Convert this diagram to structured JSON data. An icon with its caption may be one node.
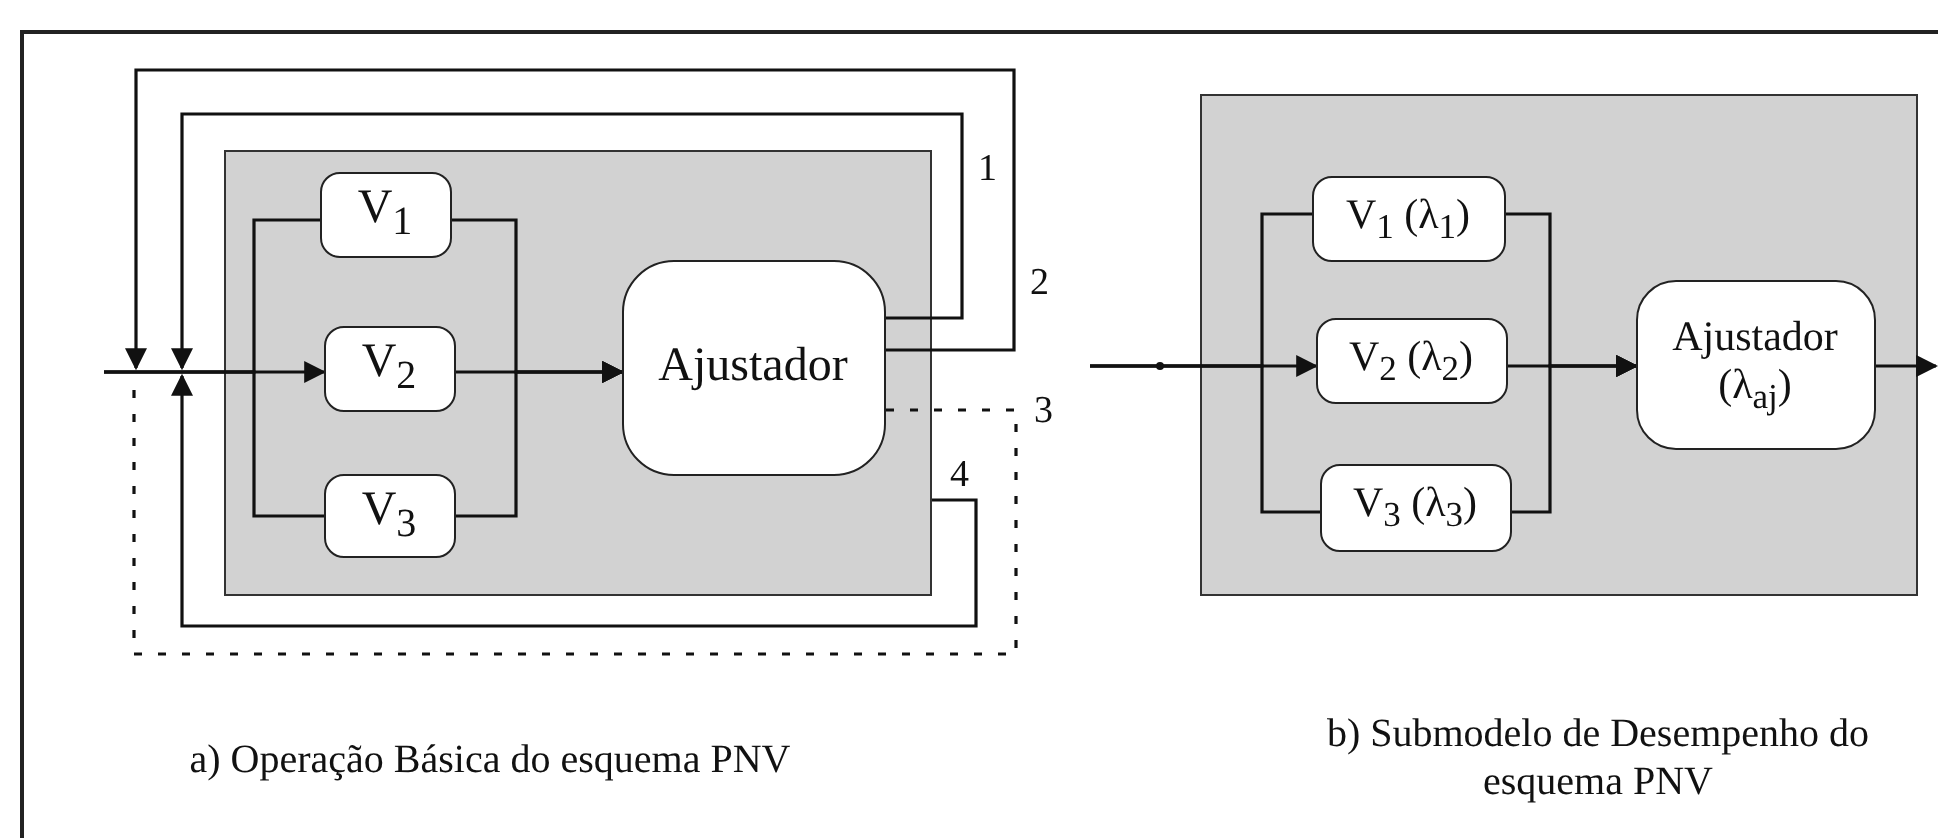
{
  "diagram": {
    "nodes": [
      {
        "text": [],
        "shape": "box"
      },
      {
        "text": [
          "V$_{1}$"
        ],
        "in": 0
      },
      {
        "text": [
          "V$_{2}$"
        ],
        "in": 0
      },
      {
        "text": [
          "V$_{3}$"
        ],
        "in": 0
      },
      {
        "text": [
          "Ajustador"
        ],
        "in": 0
      },
      {
        "text": [],
        "shape": "box"
      },
      {
        "text": [
          "V$_{1}$ (λ$_{1}$)"
        ],
        "in": 5
      },
      {
        "text": [
          "V$_{2}$ (λ$_{2}$)"
        ],
        "in": 5
      },
      {
        "text": [
          "V$_{3}$ (λ$_{3}$)"
        ],
        "in": 5
      },
      {
        "text": [
          "Ajustador",
          "(λ$_{aj}$)"
        ],
        "in": 5
      }
    ],
    "edges": [
      {
        "from": null,
        "to": 1,
        "arrow": "none"
      },
      {
        "from": null,
        "to": 2,
        "arrow": "to"
      },
      {
        "from": null,
        "to": 3,
        "arrow": "none"
      },
      {
        "from": 1,
        "to": 4,
        "arrow": "to"
      },
      {
        "from": 2,
        "to": 4,
        "arrow": "to"
      },
      {
        "from": 3,
        "to": 4,
        "arrow": "to"
      },
      {
        "from": 4,
        "to": null,
        "arrow": "to",
        "label": "1"
      },
      {
        "from": 4,
        "to": null,
        "arrow": "to",
        "label": "2"
      },
      {
        "from": 4,
        "to": null,
        "arrow": "none",
        "label": "3",
        "style": "dashed"
      },
      {
        "from": 0,
        "to": null,
        "arrow": "to",
        "label": "4"
      },
      {
        "from": null,
        "to": 6,
        "arrow": "none"
      },
      {
        "from": null,
        "to": 7,
        "arrow": "to"
      },
      {
        "from": null,
        "to": 8,
        "arrow": "none"
      },
      {
        "from": 6,
        "to": 9,
        "arrow": "to"
      },
      {
        "from": 7,
        "to": 9,
        "arrow": "to"
      },
      {
        "from": 8,
        "to": 9,
        "arrow": "to"
      },
      {
        "from": 9,
        "to": null,
        "arrow": "to"
      }
    ],
    "labels": [
      "a) Operação Básica do esquema PNV",
      "b) Submodelo de Desempenho do esquema PNV"
    ]
  }
}
